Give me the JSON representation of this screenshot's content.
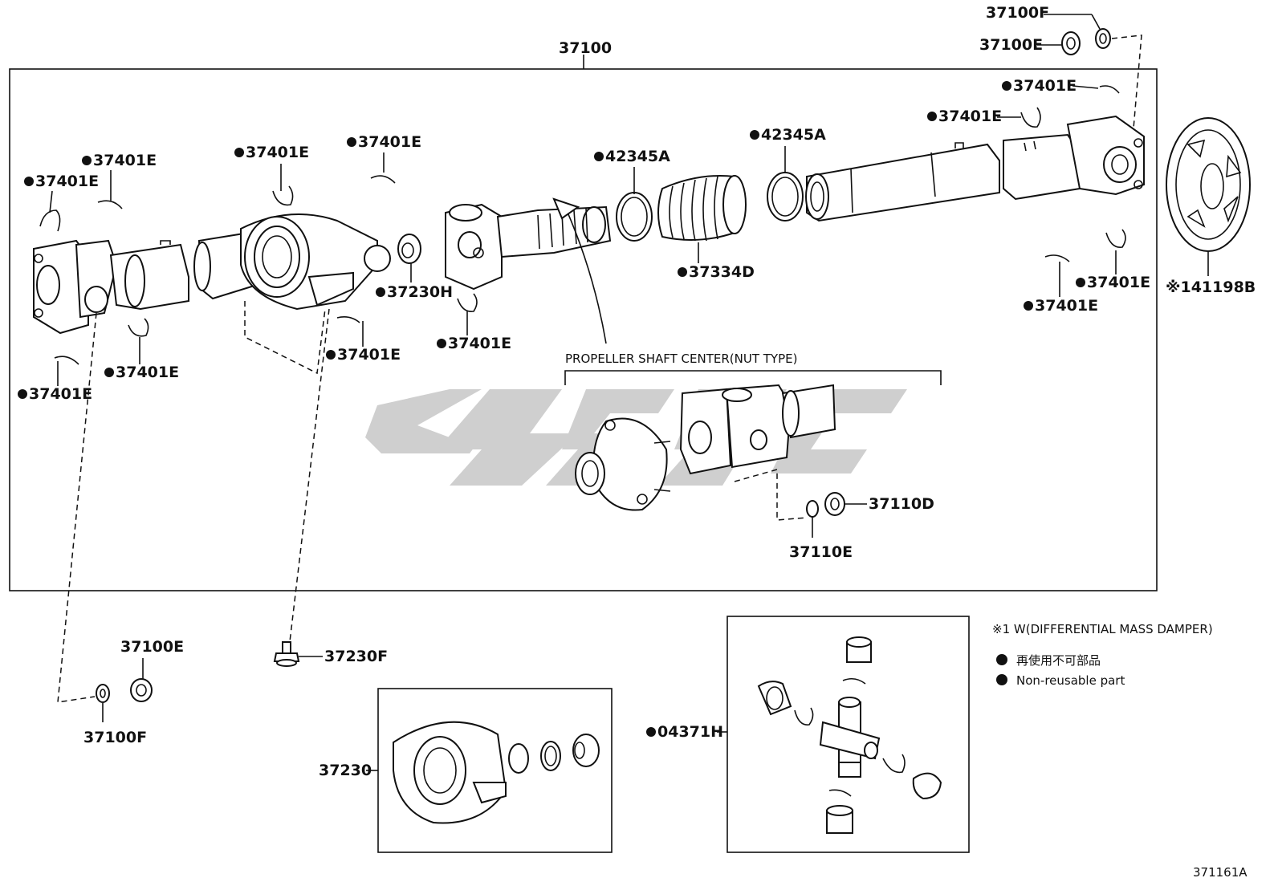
{
  "assembly_label": "37100",
  "labels": {
    "p37401E": "37401E",
    "p37230H": "37230H",
    "p42345A": "42345A",
    "p37334D": "37334D",
    "p37100F": "37100F",
    "p37100E": "37100E",
    "p41198B": "※141198B",
    "p37230F": "37230F",
    "p37230": "37230",
    "p04371H": "04371H",
    "p37110D": "37110D",
    "p37110E": "37110E"
  },
  "subassembly_title": "PROPELLER SHAFT CENTER(NUT TYPE)",
  "legend": {
    "note": "※1 W(DIFFERENTIAL MASS DAMPER)",
    "non_reusable_jp": "再使用不可部品",
    "non_reusable_en": "Non-reusable part"
  },
  "diagram_code": "371161A"
}
